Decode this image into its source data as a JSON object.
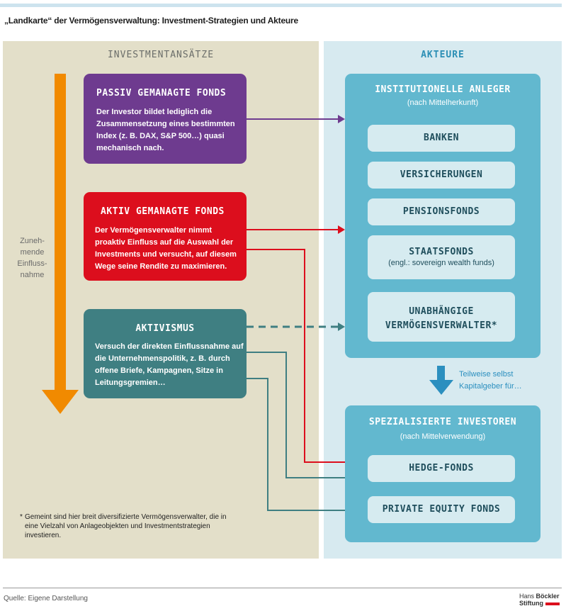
{
  "title": "„Landkarte“ der Vermögensverwaltung: Investment-Strategien und Akteure",
  "left_panel": {
    "heading": "INVESTMENTANSÄTZE",
    "side_label": [
      "Zuneh-",
      "mende",
      "Einfluss-",
      "nahme"
    ],
    "boxes": {
      "passiv": {
        "title": "PASSIV GEMANAGTE FONDS",
        "text": "Der Investor bildet lediglich die Zusammensetzung eines bestimmten Index (z. B. DAX, S&P 500…) quasi mechanisch nach."
      },
      "aktiv": {
        "title": "AKTIV GEMANAGTE FONDS",
        "text": "Der Vermögensverwalter nimmt proaktiv Einfluss auf die Auswahl der Investments und versucht, auf diesem Wege seine Rendite zu maximieren."
      },
      "aktivismus": {
        "title": "AKTIVISMUS",
        "text": "Versuch der direkten Einflussnahme auf die Unternehmenspolitik, z. B. durch offene Briefe, Kampagnen, Sitze in Leitungsgremien…"
      }
    },
    "footnote": "Gemeint sind hier breit diversifizierte Vermögensverwalter, die in eine Vielzahl von Anlageobjekten und Investmentstrategien investieren."
  },
  "right_panel": {
    "heading": "AKTEURE",
    "institutional": {
      "title": "INSTITUTIONELLE ANLEGER",
      "subtitle": "(nach Mittelherkunft)",
      "items": [
        {
          "label": "BANKEN"
        },
        {
          "label": "VERSICHERUNGEN"
        },
        {
          "label": "PENSIONSFONDS"
        },
        {
          "label": "STAATSFONDS",
          "sub": "(engl.: sovereign wealth funds)"
        },
        {
          "label": "UNABHÄNGIGE VERMÖGENSVERWALTER*"
        }
      ]
    },
    "link_label": "Teilweise selbst Kapitalgeber für…",
    "specialized": {
      "title": "SPEZIALISIERTE INVESTOREN",
      "subtitle": "(nach Mittelverwendung)",
      "items": [
        {
          "label": "HEDGE-FONDS"
        },
        {
          "label": "PRIVATE EQUITY FONDS"
        }
      ]
    }
  },
  "source": "Quelle: Eigene Darstellung",
  "logo": {
    "line1_a": "Hans",
    "line1_b": "Böckler",
    "line2": "Stiftung"
  },
  "colors": {
    "passiv": "#6e3b8f",
    "aktiv": "#dc0e1d",
    "aktivismus": "#3f7f82",
    "arrow": "#f18a00",
    "actors": "#62b8cf"
  }
}
